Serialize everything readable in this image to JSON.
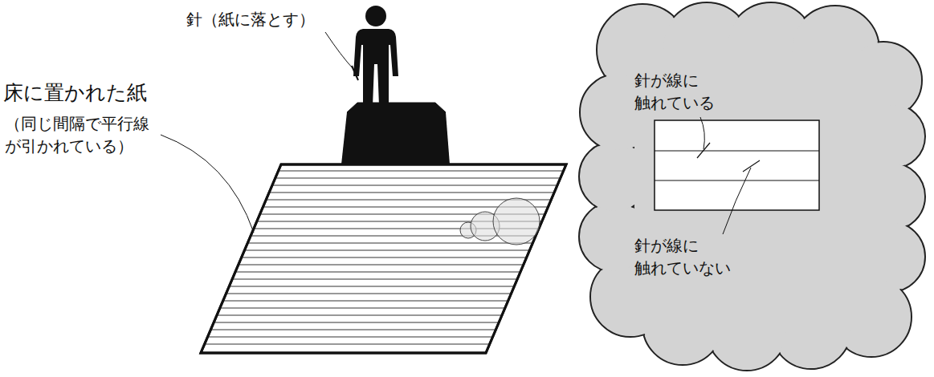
{
  "diagram": {
    "labels": [
      "針（紙に落とす）",
      "床に置かれた紙",
      "（同じ間隔で平行線 が引かれている）",
      "針が線に 触れている",
      "針が線に 触れていない"
    ]
  }
}
